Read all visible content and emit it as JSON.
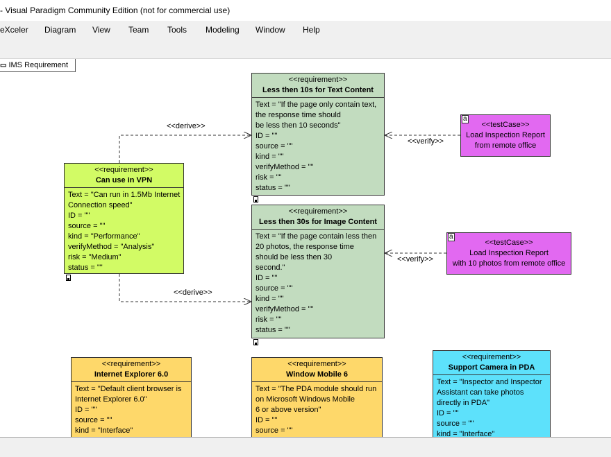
{
  "window": {
    "title": "- Visual Paradigm Community Edition (not for commercial use)"
  },
  "menu": [
    "eXceler",
    "Diagram",
    "View",
    "Team",
    "Tools",
    "Modeling",
    "Window",
    "Help"
  ],
  "diagram_tab": "IMS Requirement",
  "requirements": [
    {
      "stereotype": "<<requirement>>",
      "name": "Less then 10s for Text Content",
      "attrs": [
        "Text = \"If the page only contain text,",
        "the response time should",
        "be less then 10 seconds\"",
        "ID = \"\"",
        "source = \"\"",
        "kind = \"\"",
        "verifyMethod = \"\"",
        "risk = \"\"",
        "status = \"\""
      ]
    },
    {
      "stereotype": "<<requirement>>",
      "name": "Can use in VPN",
      "attrs": [
        "Text = \"Can run in 1.5Mb Internet",
        "Connection speed\"",
        "ID = \"\"",
        "source = \"\"",
        "kind = \"Performance\"",
        "verifyMethod = \"Analysis\"",
        "risk = \"Medium\"",
        "status = \"\""
      ]
    },
    {
      "stereotype": "<<requirement>>",
      "name": "Less then 30s for Image Content",
      "attrs": [
        "Text = \"If the page contain less then",
        "20 photos, the response time",
        "should be less then 30",
        "second.\"",
        "ID = \"\"",
        "source = \"\"",
        "kind = \"\"",
        "verifyMethod = \"\"",
        "risk = \"\"",
        "status = \"\""
      ]
    },
    {
      "stereotype": "<<requirement>>",
      "name": "Internet Explorer 6.0",
      "attrs": [
        "Text = \"Default client browser is",
        "Internet Explorer 6.0\"",
        "ID = \"\"",
        "source = \"\"",
        "kind = \"Interface\""
      ]
    },
    {
      "stereotype": "<<requirement>>",
      "name": "Window Mobile 6",
      "attrs": [
        "Text = \"The PDA module should run",
        "on Microsoft Windows Mobile",
        "6 or above version\"",
        "ID = \"\"",
        "source = \"\""
      ]
    },
    {
      "stereotype": "<<requirement>>",
      "name": "Support Camera in PDA",
      "attrs": [
        "Text = \"Inspector and Inspector",
        "Assistant can take photos",
        "directly in PDA\"",
        "ID = \"\"",
        "source = \"\"",
        "kind = \"Interface\""
      ]
    }
  ],
  "test_cases": [
    {
      "marker": "a",
      "stereotype": "<<testCase>>",
      "lines": [
        "Load Inspection Report",
        "from remote office"
      ]
    },
    {
      "marker": "a",
      "stereotype": "<<testCase>>",
      "lines": [
        "Load Inspection Report",
        "with 10 photos from remote office"
      ]
    }
  ],
  "connectors": {
    "derive_top": "<<derive>>",
    "derive_bottom": "<<derive>>",
    "verify_top": "<<verify>>",
    "verify_bottom": "<<verify>>"
  },
  "colors": {
    "green": "#c2dcbf",
    "lime": "#d2fb65",
    "yellow": "#fed86a",
    "cyan": "#5de1fb",
    "magenta": "#e269f1"
  }
}
